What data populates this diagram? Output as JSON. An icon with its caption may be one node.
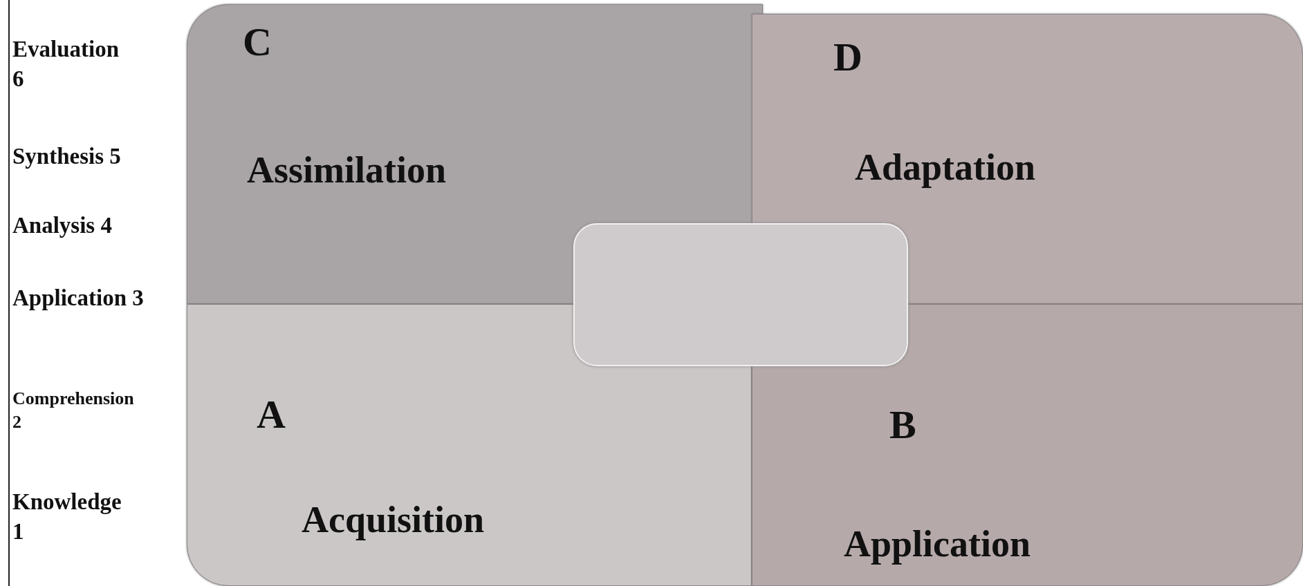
{
  "diagram": {
    "nodes": [
      {
        "text": [
          "C",
          "Assimilation"
        ]
      },
      {
        "text": [
          "D",
          "Adaptation"
        ]
      },
      {
        "text": [],
        "shape": "box"
      },
      {
        "text": [
          "A",
          "Acquisition"
        ]
      },
      {
        "text": [
          "B",
          "Application"
        ]
      }
    ],
    "labels": [
      "Evaluation 6",
      "Synthesis 5",
      "Analysis 4",
      "Application 3",
      "Comprehension 2",
      "Knowledge 1"
    ]
  }
}
